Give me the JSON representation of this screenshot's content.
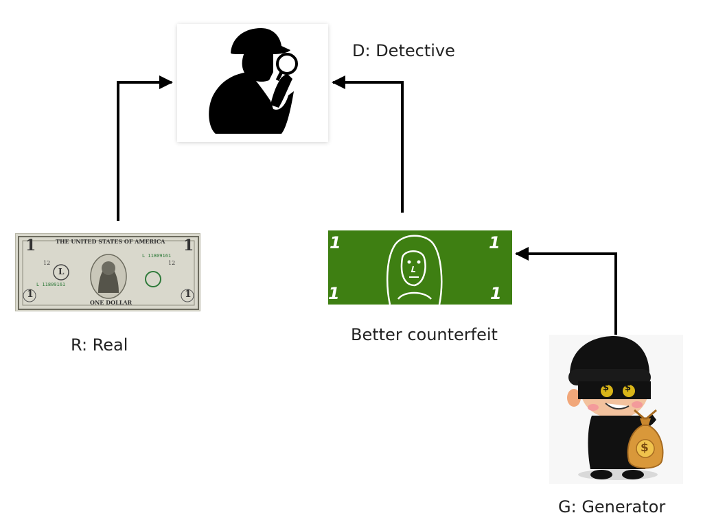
{
  "labels": {
    "detective": "D: Detective",
    "real": "R: Real",
    "counterfeit": "Better counterfeit",
    "generator": "G: Generator"
  },
  "dollar_bill": {
    "header": "THE UNITED STATES OF AMERICA",
    "denomination": "1",
    "footer": "ONE DOLLAR",
    "serial": "L 11809161",
    "letter": "L",
    "number": "12"
  },
  "counterfeit_bill": {
    "denomination": "1"
  },
  "money_bag": {
    "symbol": "$"
  },
  "colors": {
    "counterfeit_green": "#3e7f12",
    "bill_paper": "#d9d8cc",
    "arrow": "#000000",
    "silhouette": "#000000"
  },
  "icons": [
    "detective-silhouette-icon",
    "dollar-bill-icon",
    "counterfeit-bill-icon",
    "thief-icon",
    "money-bag-icon"
  ]
}
